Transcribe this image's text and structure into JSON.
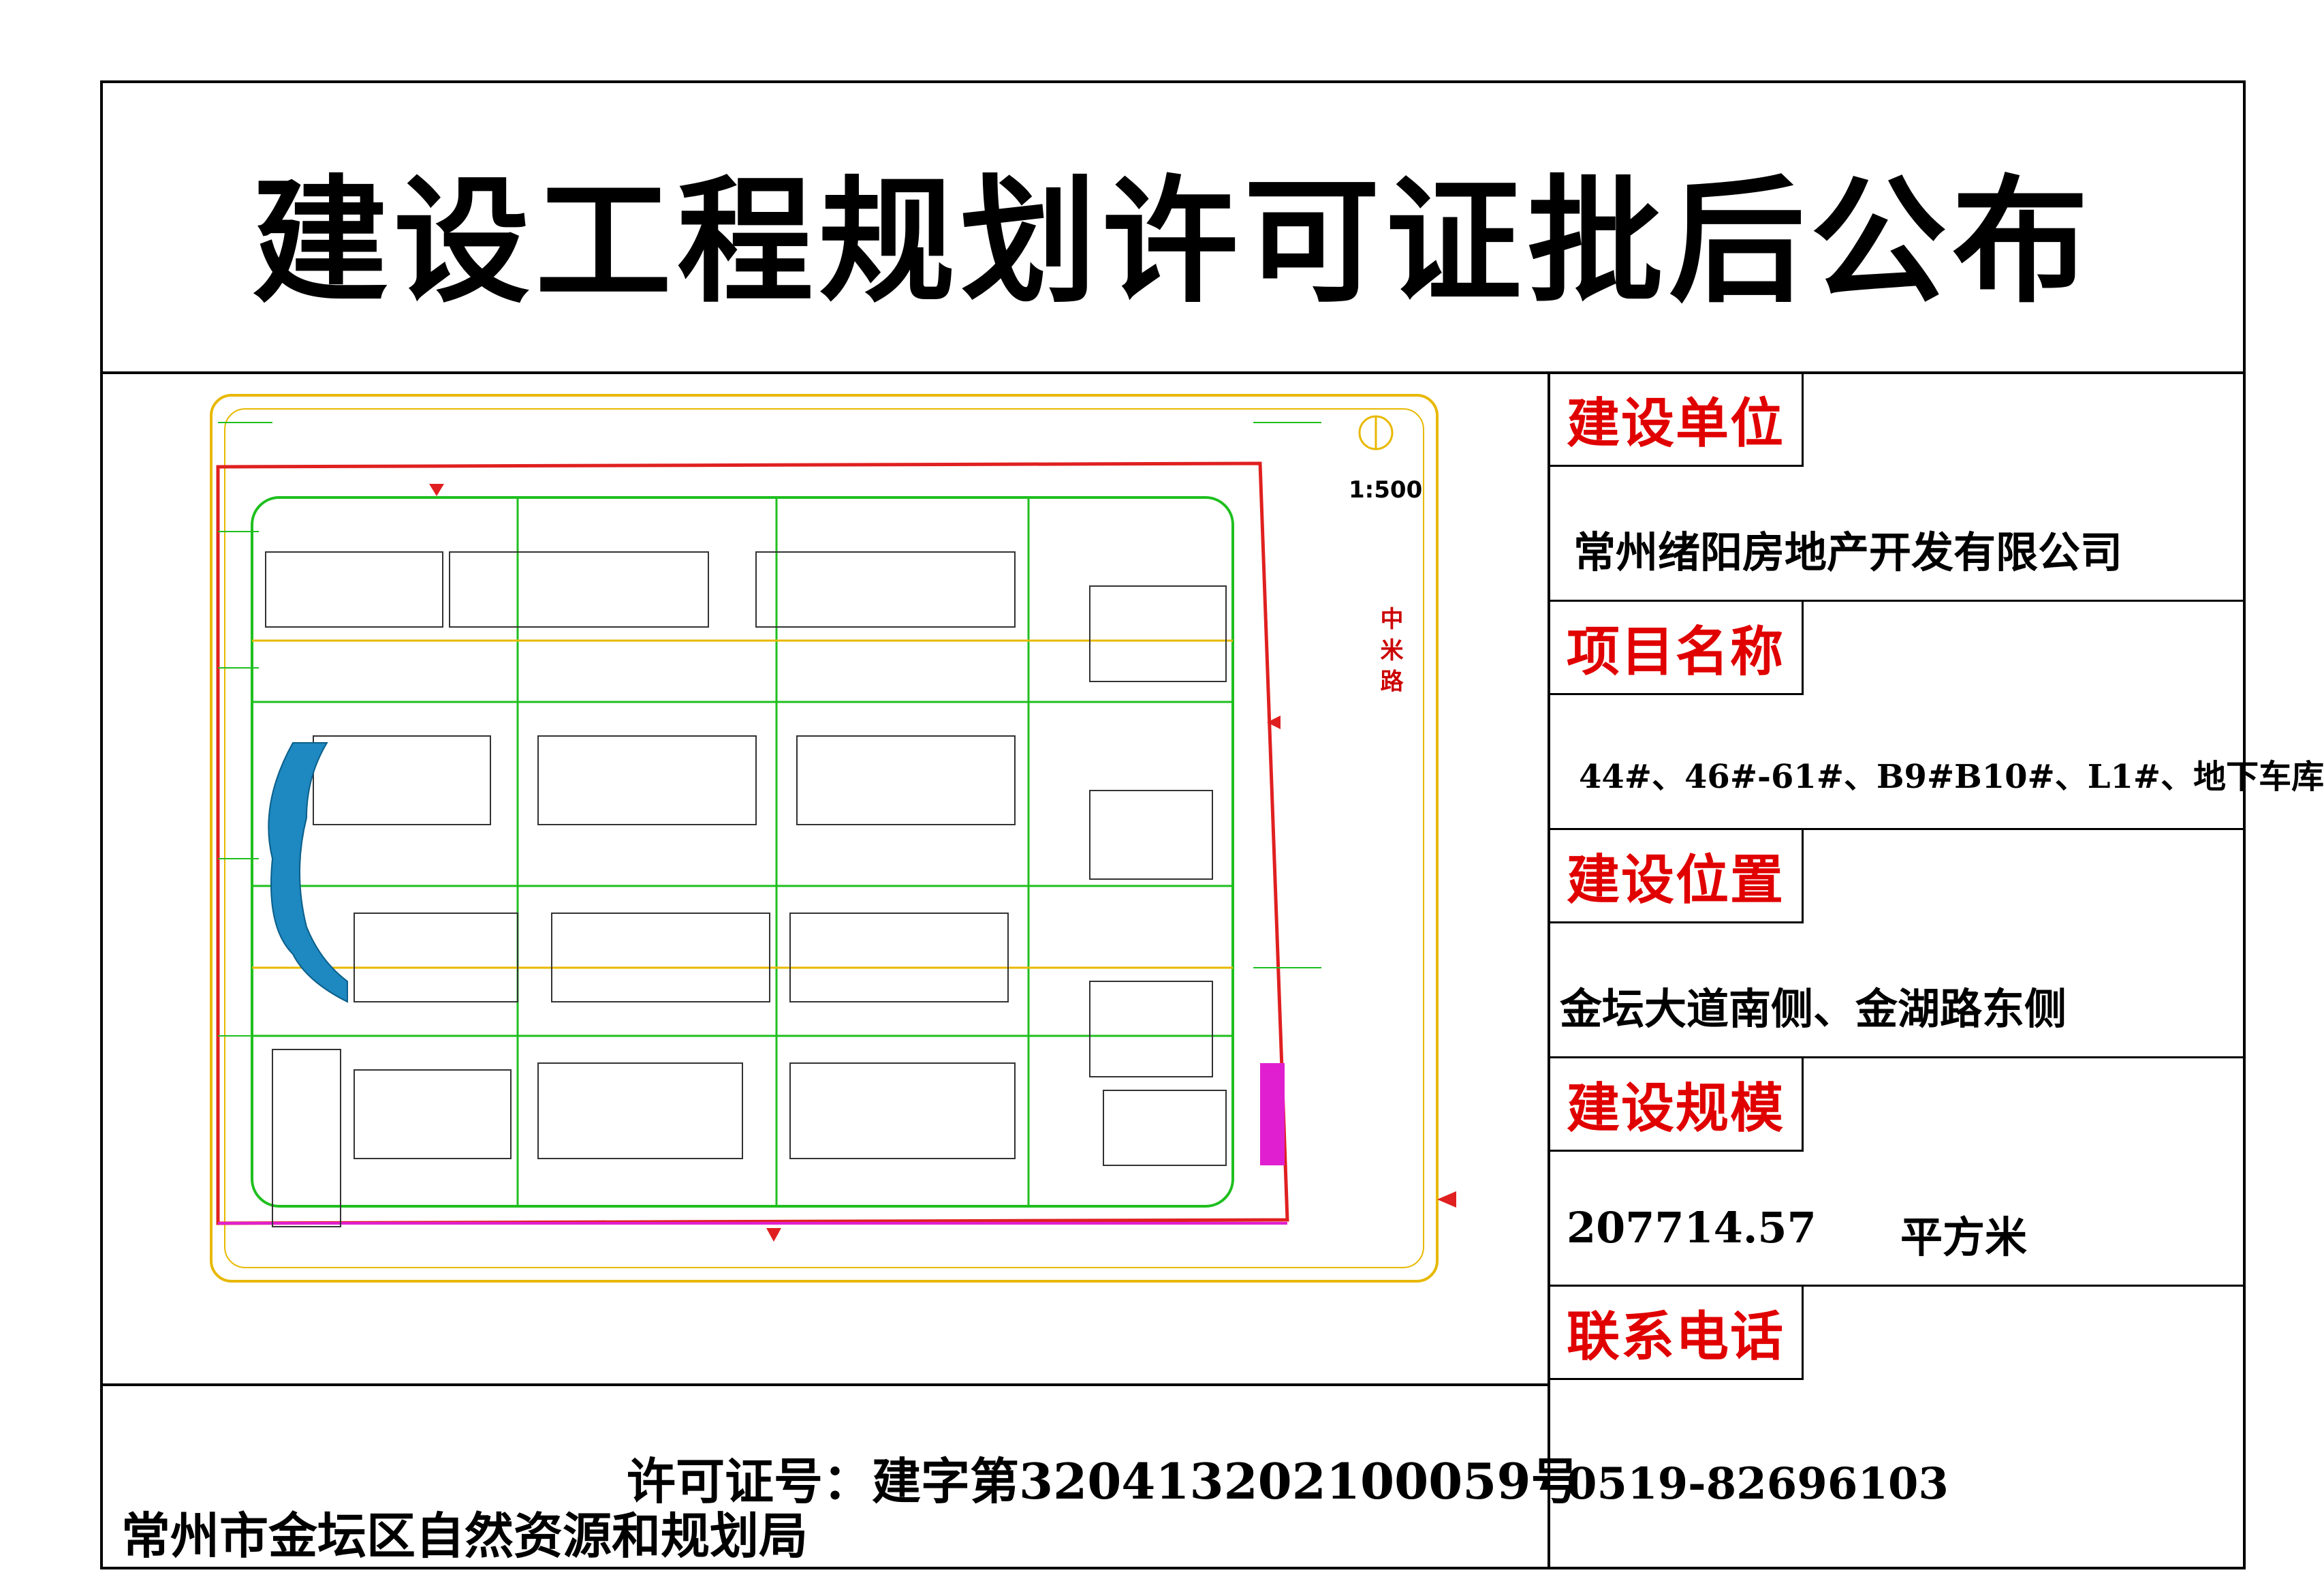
{
  "title": "建设工程规划许可证批后公布",
  "fields": [
    {
      "label": "建设单位",
      "value": "常州绪阳房地产开发有限公司"
    },
    {
      "label": "项目名称",
      "value": "44#、46#-61#、B9#B10#、L1#、地下车库"
    },
    {
      "label": "建设位置",
      "value": "金坛大道南侧、金湖路东侧"
    },
    {
      "label": "建设规模",
      "value": "207714.57",
      "unit": "平方米"
    },
    {
      "label": "联系电话",
      "value": "0519-82696103"
    }
  ],
  "permit": "许可证号：建字第320413202100059号",
  "office": "常州市金坛区自然资源和规划局",
  "plan": {
    "scale": "1:500",
    "side_road": "中      米      路"
  },
  "colors": {
    "accent_red": "#e00000",
    "plan_green": "#1fbf1f",
    "plan_yellow": "#e8b800",
    "plan_magenta": "#e020d0",
    "plan_cyan": "#1e88c0"
  }
}
